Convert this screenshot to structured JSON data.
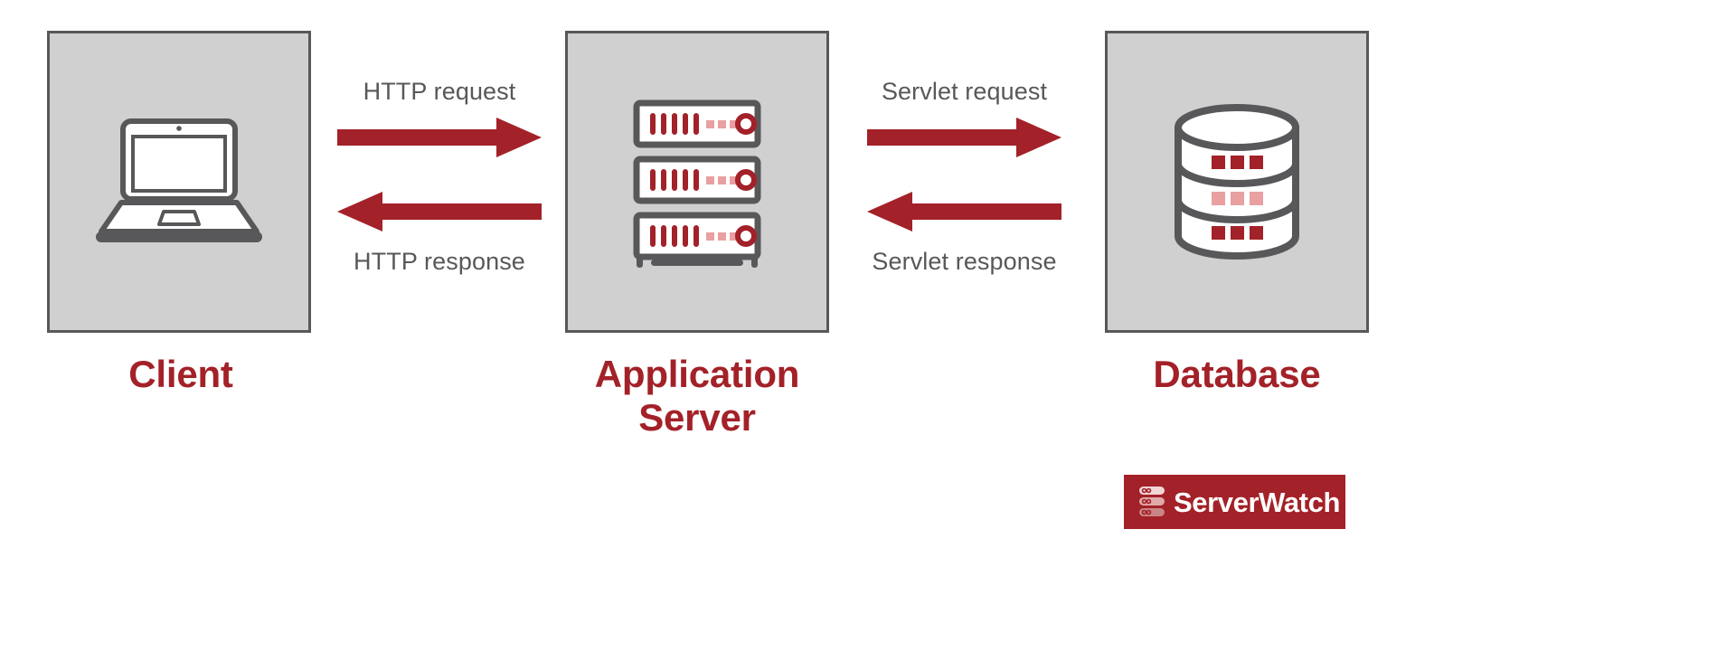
{
  "diagram": {
    "title": "Client / Application Server / Database request-response flow",
    "background": "#ffffff",
    "colors": {
      "accent_red": "#a32128",
      "arrow_red": "#a32128",
      "light_red": "#e8a0a0",
      "node_fill": "#d0d0d0",
      "node_border": "#58585a",
      "icon_stroke": "#58585a",
      "caption_text": "#58585a",
      "badge_text": "#ffffff"
    }
  },
  "nodes": [
    {
      "id": "client",
      "label": "Client",
      "icon": "laptop-icon"
    },
    {
      "id": "appserver",
      "label": "Application\nServer",
      "icon": "server-rack-icon"
    },
    {
      "id": "database",
      "label": "Database",
      "icon": "database-cylinder-icon"
    }
  ],
  "flows": [
    {
      "id": "http-request",
      "caption": "HTTP request",
      "direction": "right",
      "from": "client",
      "to": "appserver",
      "caption_position": "above"
    },
    {
      "id": "http-response",
      "caption": "HTTP response",
      "direction": "left",
      "from": "appserver",
      "to": "client",
      "caption_position": "below"
    },
    {
      "id": "servlet-request",
      "caption": "Servlet request",
      "direction": "right",
      "from": "appserver",
      "to": "database",
      "caption_position": "above"
    },
    {
      "id": "servlet-response",
      "caption": "Servlet response",
      "direction": "left",
      "from": "database",
      "to": "appserver",
      "caption_position": "below"
    }
  ],
  "brand": {
    "name": "ServerWatch",
    "mark_icon": "server-stack-icon",
    "background": "#a32128"
  }
}
